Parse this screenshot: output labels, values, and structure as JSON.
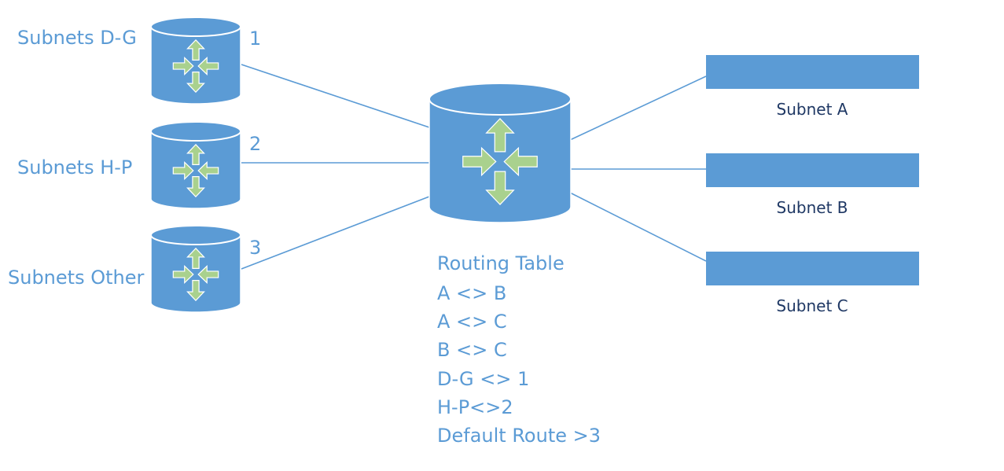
{
  "colors": {
    "router_fill": "#5b9bd5",
    "router_stroke": "#ffffff",
    "arrow_fill": "#a9d18e",
    "link": "#5b9bd5",
    "label_blue": "#5b9bd5",
    "label_dark": "#1f3864"
  },
  "left_routers": [
    {
      "label": "Subnets D-G",
      "port": "1"
    },
    {
      "label": "Subnets H-P",
      "port": "2"
    },
    {
      "label": "Subnets Other",
      "port": "3"
    }
  ],
  "central_router": {
    "icon": "router-icon",
    "routing_table": {
      "title": "Routing Table",
      "entries": [
        "A <> B",
        "A <> C",
        "B <> C",
        "D-G <> 1",
        "H-P<>2",
        "Default Route >3"
      ]
    }
  },
  "subnets": [
    {
      "label": "Subnet A"
    },
    {
      "label": "Subnet B"
    },
    {
      "label": "Subnet C"
    }
  ]
}
